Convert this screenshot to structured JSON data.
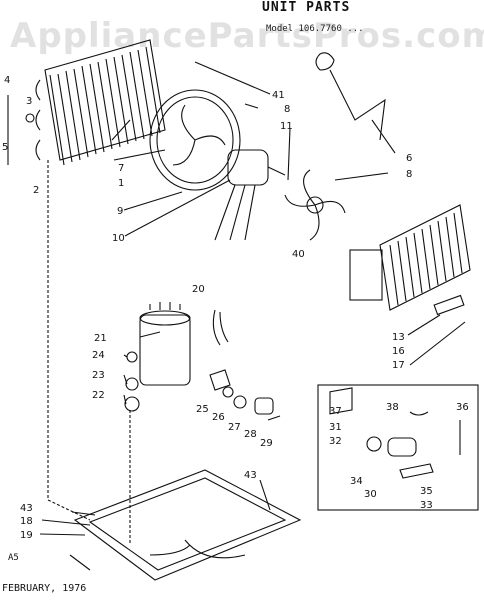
{
  "header": {
    "title": "UNIT PARTS",
    "model": "Model 106.7760 ...",
    "watermark": "AppliancePartsPros.com"
  },
  "footer": {
    "date": "FEBRUARY, 1976",
    "code": "A5"
  },
  "callouts": [
    "1",
    "2",
    "3",
    "4",
    "5",
    "6",
    "7",
    "8",
    "8",
    "9",
    "10",
    "11",
    "13",
    "16",
    "17",
    "18",
    "19",
    "20",
    "21",
    "22",
    "23",
    "24",
    "25",
    "26",
    "27",
    "28",
    "29",
    "30",
    "31",
    "32",
    "33",
    "34",
    "35",
    "36",
    "37",
    "38",
    "40",
    "41",
    "43",
    "43"
  ]
}
